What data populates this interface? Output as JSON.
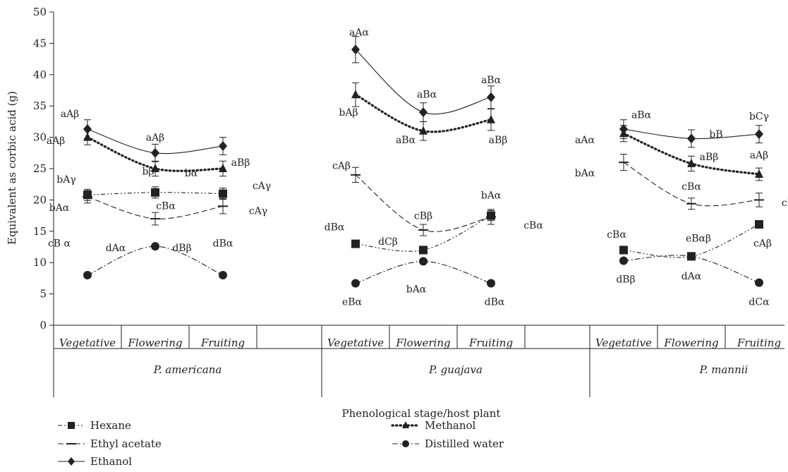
{
  "chart_data": {
    "type": "line",
    "ylabel": "Equivalent as corbic acid (g)",
    "xlabel": "Phenological stage/host plant",
    "ylim": [
      0,
      50
    ],
    "yticks": [
      0,
      5,
      10,
      15,
      20,
      25,
      30,
      35,
      40,
      45,
      50
    ],
    "legend_position": "bottom",
    "groups": [
      {
        "name": "P. americana",
        "stages": [
          "Vegetative",
          "Flowering",
          "Fruiting"
        ]
      },
      {
        "name": "P. guajava",
        "stages": [
          "Vegetative",
          "Flowering",
          "Fruiting"
        ]
      },
      {
        "name": "P. mannii",
        "stages": [
          "Vegetative",
          "Flowering",
          "Fruiting"
        ]
      }
    ],
    "series": [
      {
        "name": "Hexane",
        "marker": "square",
        "dash": "dashdotdot",
        "color": "#222222",
        "values": [
          [
            20.8,
            21.2,
            21.0
          ],
          [
            13.0,
            12.0,
            17.5
          ],
          [
            12.0,
            11.0,
            16.1
          ]
        ],
        "errors": [
          [
            0.9,
            0.9,
            0.9
          ],
          [
            0.5,
            0.5,
            0.8
          ],
          [
            0.5,
            0.5,
            0.6
          ]
        ]
      },
      {
        "name": "Ethyl acetate",
        "marker": "dash",
        "dash": "dashed",
        "color": "#222222",
        "values": [
          [
            20.5,
            17.0,
            19.0
          ],
          [
            24.0,
            15.2,
            17.3
          ],
          [
            26.0,
            19.4,
            20.0
          ]
        ],
        "errors": [
          [
            1.0,
            1.0,
            1.2
          ],
          [
            1.2,
            0.9,
            1.2
          ],
          [
            1.3,
            0.9,
            1.1
          ]
        ]
      },
      {
        "name": "Ethanol",
        "marker": "diamond",
        "dash": "solid",
        "color": "#222222",
        "values": [
          [
            31.3,
            27.5,
            28.6
          ],
          [
            44.0,
            34.0,
            36.4
          ],
          [
            31.3,
            29.8,
            30.5
          ]
        ],
        "errors": [
          [
            1.5,
            1.4,
            1.4
          ],
          [
            2.1,
            1.5,
            1.8
          ],
          [
            1.5,
            1.4,
            1.4
          ]
        ]
      },
      {
        "name": "Methanol",
        "marker": "triangle",
        "dash": "dotted",
        "color": "#222222",
        "values": [
          [
            30.0,
            25.0,
            25.0
          ],
          [
            36.8,
            31.0,
            32.8
          ],
          [
            30.6,
            25.8,
            24.1
          ]
        ],
        "errors": [
          [
            1.2,
            1.2,
            1.2
          ],
          [
            1.9,
            1.5,
            1.7
          ],
          [
            1.3,
            1.2,
            1.0
          ]
        ]
      },
      {
        "name": "Distilled water",
        "marker": "circle",
        "dash": "dashdot",
        "color": "#222222",
        "values": [
          [
            8.0,
            12.6,
            8.0
          ],
          [
            6.7,
            10.2,
            6.7
          ],
          [
            10.3,
            11.0,
            6.8
          ]
        ],
        "errors": [
          [
            0,
            0,
            0
          ],
          [
            0,
            0,
            0
          ],
          [
            0,
            0,
            0
          ]
        ]
      }
    ],
    "annotations": [
      {
        "text": "aAβ",
        "group": 0,
        "stage": 0,
        "y": 33.8,
        "dx": -25
      },
      {
        "text": "aAβ",
        "group": 0,
        "stage": 0,
        "y": 29.5,
        "dx": -45
      },
      {
        "text": "bAγ",
        "group": 0,
        "stage": 0,
        "y": 23.3,
        "dx": -30
      },
      {
        "text": "bAα",
        "group": 0,
        "stage": 0,
        "y": 18.8,
        "dx": -40
      },
      {
        "text": "cB α",
        "group": 0,
        "stage": 0,
        "y": 13.1,
        "dx": -40
      },
      {
        "text": "dAα",
        "group": 0,
        "stage": 0,
        "y": 12.4,
        "dx": 40
      },
      {
        "text": "aAβ",
        "group": 0,
        "stage": 1,
        "y": 30.0,
        "dx": 0
      },
      {
        "text": "bβ",
        "group": 0,
        "stage": 1,
        "y": 24.6,
        "dx": -10
      },
      {
        "text": "cBα",
        "group": 0,
        "stage": 1,
        "y": 19.1,
        "dx": 15
      },
      {
        "text": "dBβ",
        "group": 0,
        "stage": 1,
        "y": 12.4,
        "dx": 38
      },
      {
        "text": "aBβ",
        "group": 0,
        "stage": 2,
        "y": 26.0,
        "dx": 25
      },
      {
        "text": "bα",
        "group": 0,
        "stage": 2,
        "y": 24.3,
        "dx": -45
      },
      {
        "text": "cAγ",
        "group": 0,
        "stage": 2,
        "y": 22.3,
        "dx": 55
      },
      {
        "text": "cAγ",
        "group": 0,
        "stage": 2,
        "y": 18.3,
        "dx": 50
      },
      {
        "text": "dBα",
        "group": 0,
        "stage": 2,
        "y": 13.1,
        "dx": 0
      },
      {
        "text": "aAα",
        "group": 1,
        "stage": 0,
        "y": 46.8,
        "dx": 5
      },
      {
        "text": "bAβ",
        "group": 1,
        "stage": 0,
        "y": 34.0,
        "dx": -10
      },
      {
        "text": "cAβ",
        "group": 1,
        "stage": 0,
        "y": 25.5,
        "dx": -20
      },
      {
        "text": "dBα",
        "group": 1,
        "stage": 0,
        "y": 15.7,
        "dx": -30
      },
      {
        "text": "eBα",
        "group": 1,
        "stage": 0,
        "y": 3.8,
        "dx": -5
      },
      {
        "text": "aBα",
        "group": 1,
        "stage": 1,
        "y": 36.9,
        "dx": 5
      },
      {
        "text": "aBα",
        "group": 1,
        "stage": 1,
        "y": 29.6,
        "dx": -25
      },
      {
        "text": "cBβ",
        "group": 1,
        "stage": 1,
        "y": 17.5,
        "dx": 0
      },
      {
        "text": "dCβ",
        "group": 1,
        "stage": 1,
        "y": 13.4,
        "dx": -50
      },
      {
        "text": "bAα",
        "group": 1,
        "stage": 1,
        "y": 5.8,
        "dx": -10
      },
      {
        "text": "aBα",
        "group": 1,
        "stage": 2,
        "y": 39.2,
        "dx": 0
      },
      {
        "text": "aBβ",
        "group": 1,
        "stage": 2,
        "y": 29.6,
        "dx": 10
      },
      {
        "text": "bAα",
        "group": 1,
        "stage": 2,
        "y": 20.8,
        "dx": 0
      },
      {
        "text": "cBα",
        "group": 1,
        "stage": 2,
        "y": 16.0,
        "dx": 60
      },
      {
        "text": "dBα",
        "group": 1,
        "stage": 2,
        "y": 3.8,
        "dx": 5
      },
      {
        "text": "aBα",
        "group": 2,
        "stage": 0,
        "y": 33.6,
        "dx": 25
      },
      {
        "text": "aAα",
        "group": 2,
        "stage": 0,
        "y": 29.6,
        "dx": -55
      },
      {
        "text": "bAα",
        "group": 2,
        "stage": 0,
        "y": 24.3,
        "dx": -55
      },
      {
        "text": "cBα",
        "group": 2,
        "stage": 0,
        "y": 14.5,
        "dx": -10
      },
      {
        "text": "dBβ",
        "group": 2,
        "stage": 0,
        "y": 7.4,
        "dx": 3
      },
      {
        "text": "bB",
        "group": 2,
        "stage": 1,
        "y": 30.5,
        "dx": 35
      },
      {
        "text": "aBβ",
        "group": 2,
        "stage": 1,
        "y": 26.9,
        "dx": 25
      },
      {
        "text": "cBα",
        "group": 2,
        "stage": 1,
        "y": 22.2,
        "dx": 0
      },
      {
        "text": "eBαβ",
        "group": 2,
        "stage": 1,
        "y": 13.9,
        "dx": 10
      },
      {
        "text": "dAα",
        "group": 2,
        "stage": 1,
        "y": 7.9,
        "dx": 0
      },
      {
        "text": "bCγ",
        "group": 2,
        "stage": 2,
        "y": 33.4,
        "dx": 0
      },
      {
        "text": "aAβ",
        "group": 2,
        "stage": 2,
        "y": 27.2,
        "dx": 0
      },
      {
        "text": "cBβ",
        "group": 2,
        "stage": 2,
        "y": 19.6,
        "dx": 45
      },
      {
        "text": "cAβ",
        "group": 2,
        "stage": 2,
        "y": 13.1,
        "dx": 5
      },
      {
        "text": "dCα",
        "group": 2,
        "stage": 2,
        "y": 3.8,
        "dx": 0
      }
    ]
  }
}
